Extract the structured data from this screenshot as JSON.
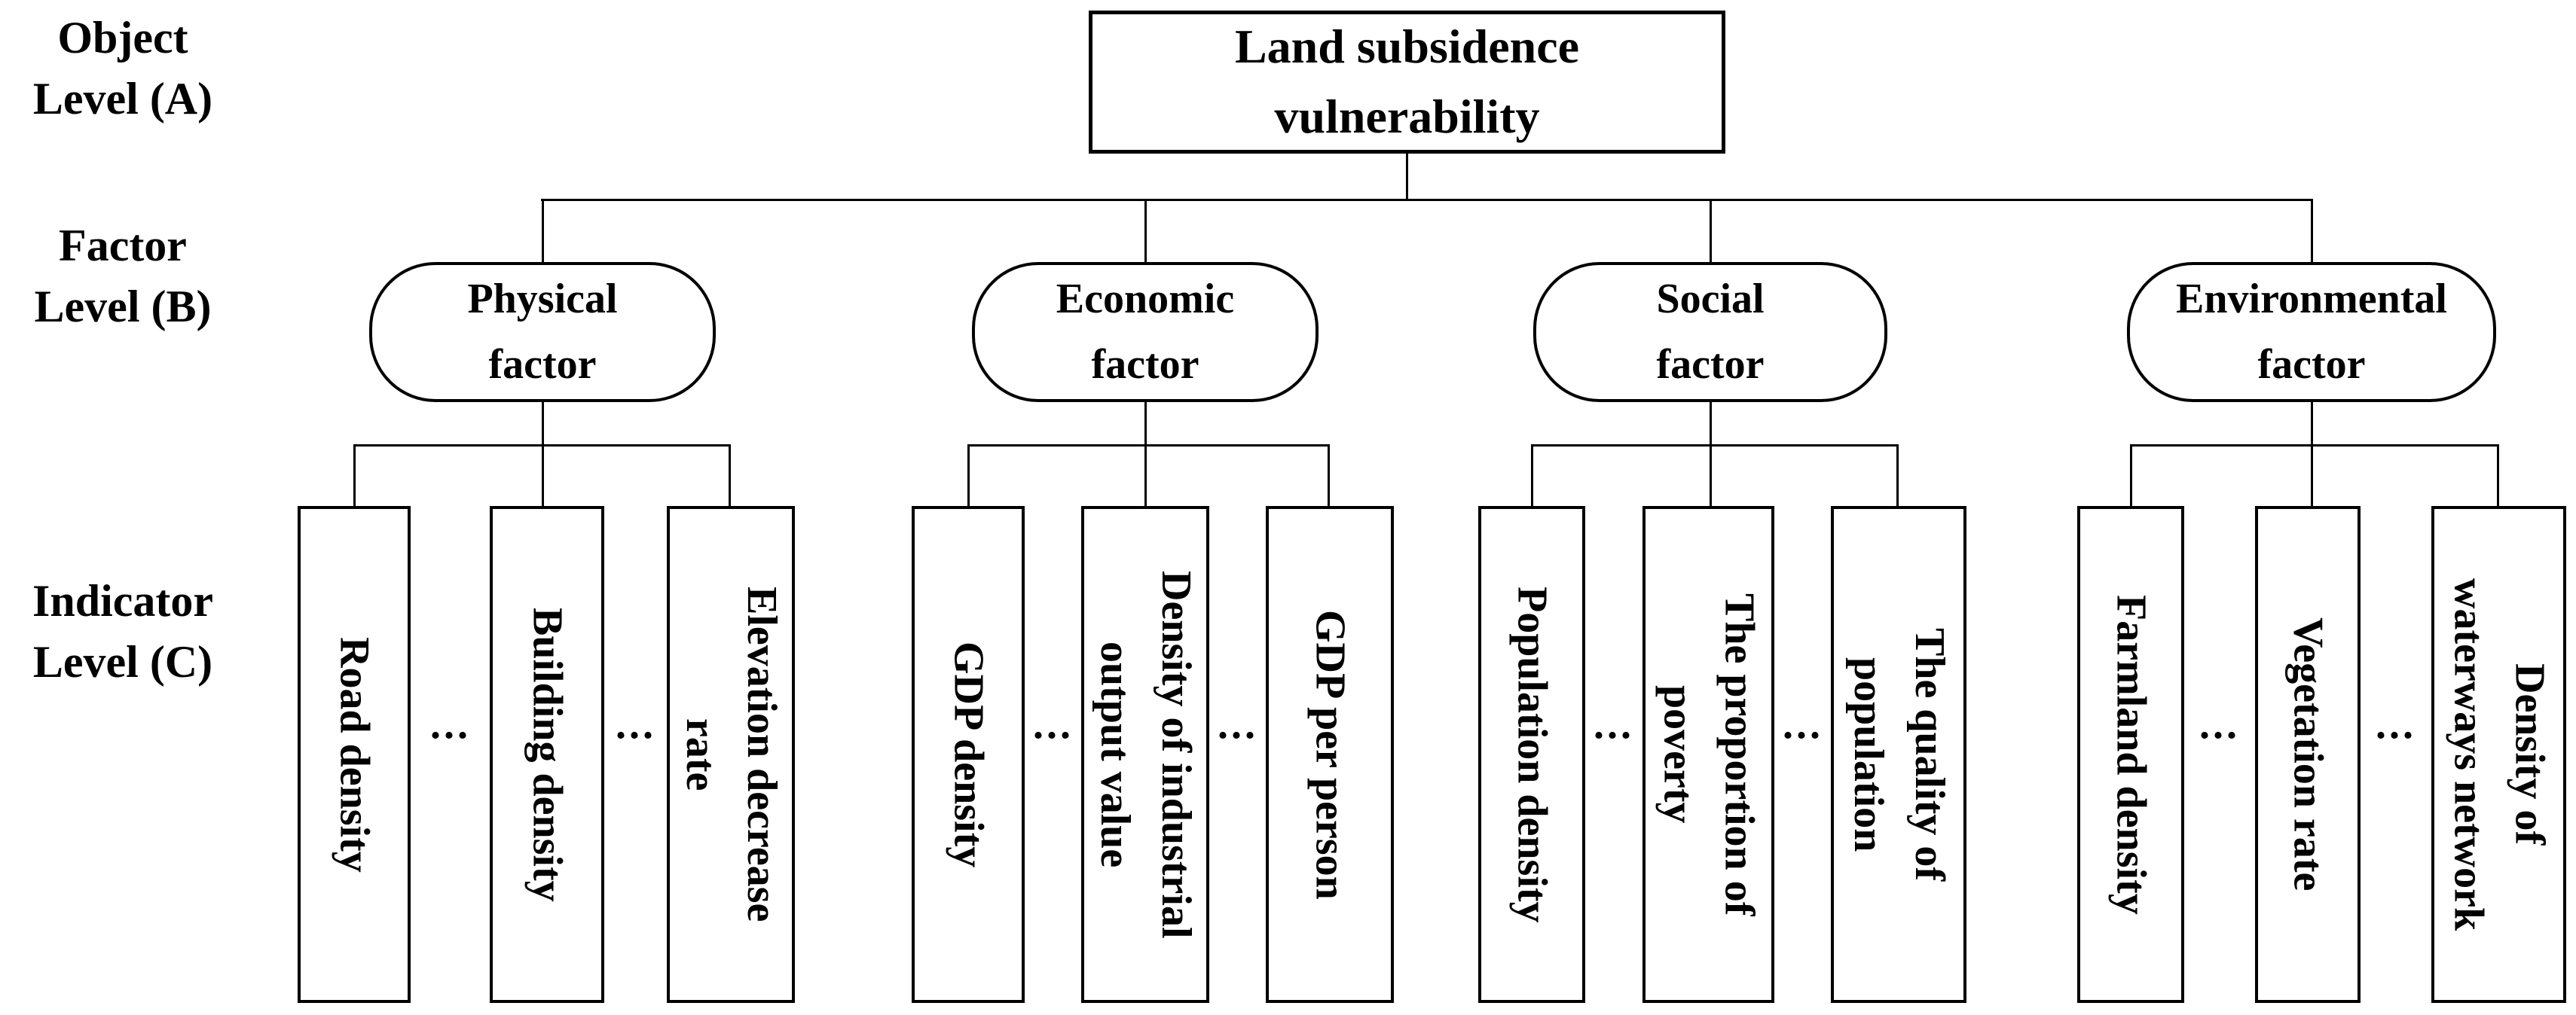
{
  "colors": {
    "line": "#000000",
    "background": "#ffffff",
    "text": "#000000"
  },
  "ellipsis": "...",
  "levels": [
    {
      "lines": [
        "Object",
        "Level (A)"
      ]
    },
    {
      "lines": [
        "Factor",
        "Level (B)"
      ]
    },
    {
      "lines": [
        "Indicator",
        "Level (C)"
      ]
    }
  ],
  "root": {
    "label": "Land subsidence vulnerability",
    "lines": [
      "Land subsidence",
      "vulnerability"
    ]
  },
  "factors": [
    {
      "name": "Physical factor",
      "lines": [
        "Physical",
        "factor"
      ],
      "indicators": [
        {
          "label": "Road density",
          "lines": [
            "Road density"
          ]
        },
        {
          "label": "Building density",
          "lines": [
            "Building density"
          ]
        },
        {
          "label": "Elevation decrease rate",
          "lines": [
            "Elevation decrease",
            "rate"
          ]
        }
      ]
    },
    {
      "name": "Economic factor",
      "lines": [
        "Economic",
        "factor"
      ],
      "indicators": [
        {
          "label": "GDP density",
          "lines": [
            "GDP density"
          ]
        },
        {
          "label": "Density of industrial output value",
          "lines": [
            "Density of industrial",
            "output value"
          ]
        },
        {
          "label": "GDP per person",
          "lines": [
            "GDP per person"
          ]
        }
      ]
    },
    {
      "name": "Social factor",
      "lines": [
        "Social",
        "factor"
      ],
      "indicators": [
        {
          "label": "Population density",
          "lines": [
            "Population density"
          ]
        },
        {
          "label": "The proportion of poverty",
          "lines": [
            "The proportion of",
            "poverty"
          ]
        },
        {
          "label": "The quality of population",
          "lines": [
            "The quality of",
            "population"
          ]
        }
      ]
    },
    {
      "name": "Environmental factor",
      "lines": [
        "Environmental",
        "factor"
      ],
      "indicators": [
        {
          "label": "Farmland density",
          "lines": [
            "Farmland density"
          ]
        },
        {
          "label": "Vegetation rate",
          "lines": [
            "Vegetation rate"
          ]
        },
        {
          "label": "Density of waterways network",
          "lines": [
            "Density of",
            "waterways network"
          ]
        }
      ]
    }
  ]
}
